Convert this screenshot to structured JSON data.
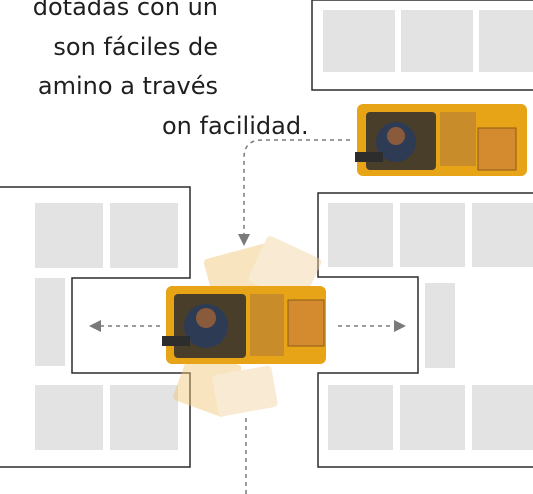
{
  "caption": {
    "lines": [
      "dotadas con un",
      "son fáciles de",
      "amino a través",
      "on facilidad."
    ]
  },
  "colors": {
    "rack_fill": "#e3e3e3",
    "outline": "#2b2b2b",
    "path_dash": "#7a7a7a",
    "machine_yellow": "#e8a417",
    "machine_dark": "#2d2d2d",
    "cargo": "#d48a2e",
    "operator": "#2e3b55"
  },
  "icons": {
    "forklift": "reach-truck-top-view",
    "arrows": "dashed-direction-arrow"
  }
}
